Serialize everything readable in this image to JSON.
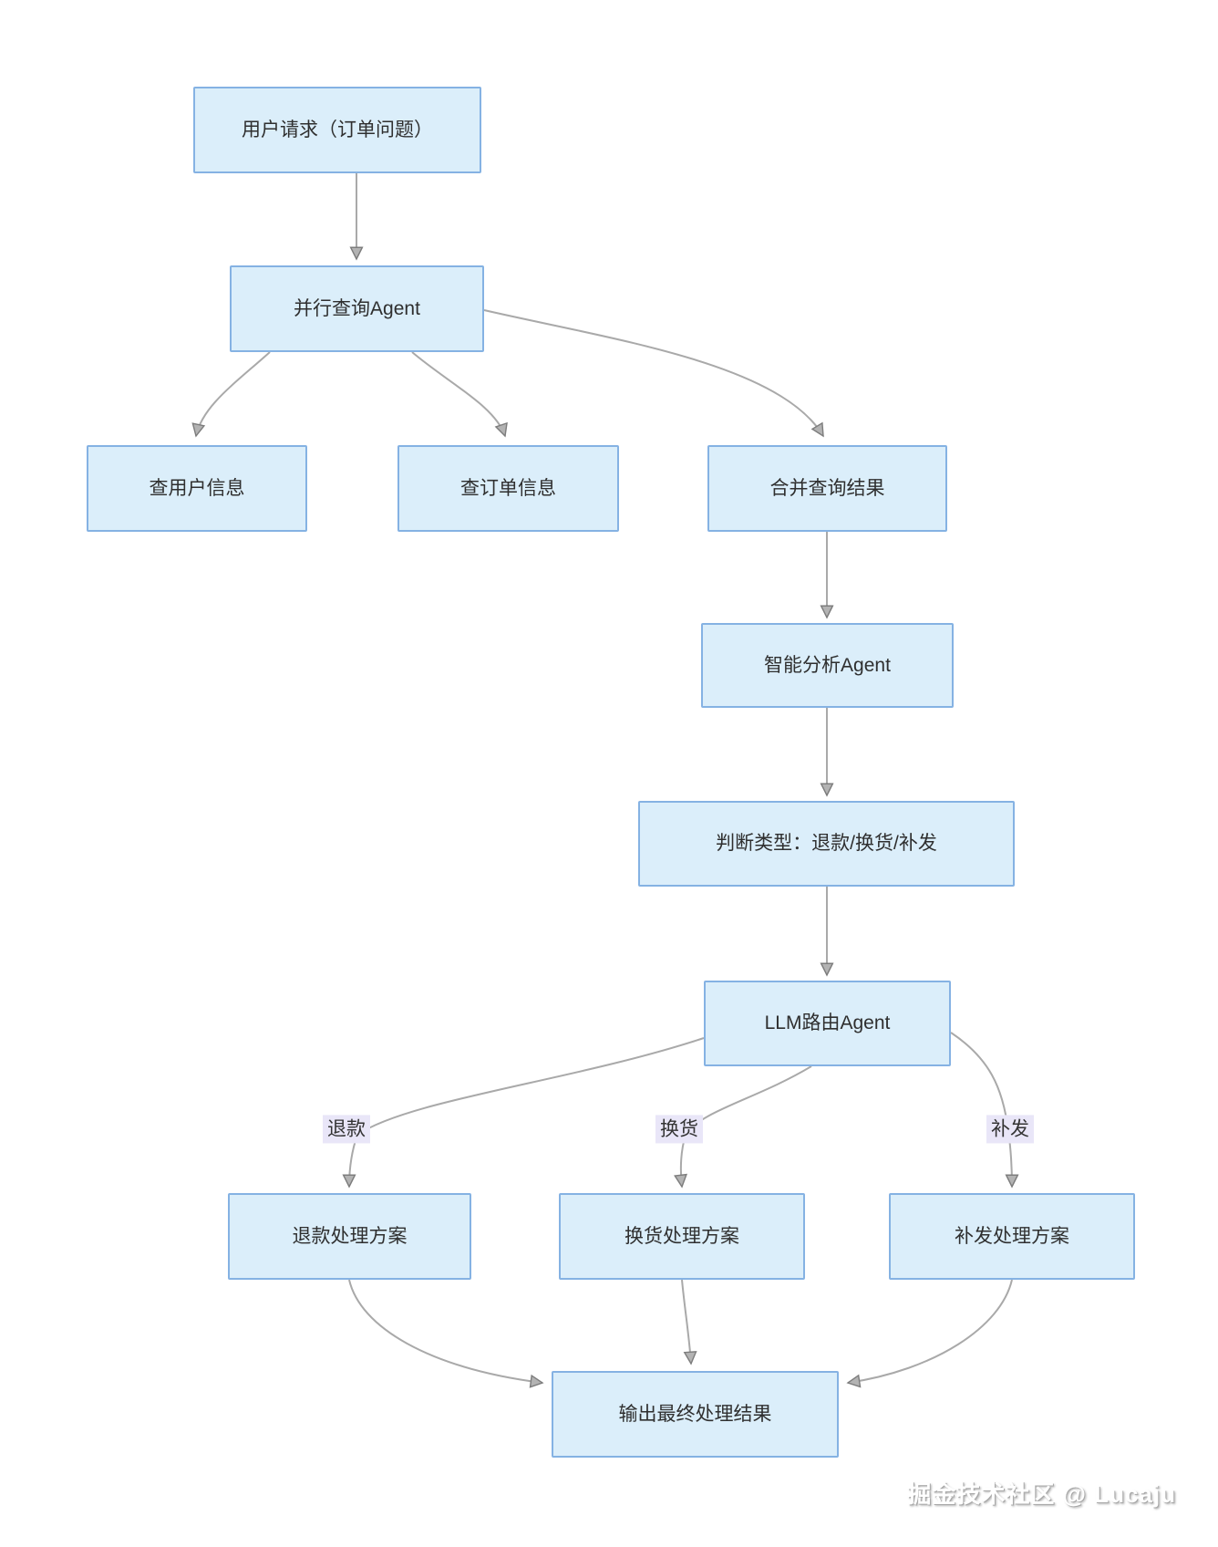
{
  "diagram": {
    "title": "order-issue-agent-flowchart",
    "nodes": {
      "user_request": "用户请求（订单问题）",
      "parallel_agent": "并行查询Agent",
      "query_user": "查用户信息",
      "query_order": "查订单信息",
      "merge_results": "合并查询结果",
      "analysis_agent": "智能分析Agent",
      "judge_type": "判断类型：退款/换货/补发",
      "llm_router": "LLM路由Agent",
      "refund_plan": "退款处理方案",
      "exchange_plan": "换货处理方案",
      "reship_plan": "补发处理方案",
      "final_output": "输出最终处理结果"
    },
    "edge_labels": {
      "refund": "退款",
      "exchange": "换货",
      "reship": "补发"
    },
    "edges": [
      {
        "from": "user_request",
        "to": "parallel_agent",
        "label": ""
      },
      {
        "from": "parallel_agent",
        "to": "query_user",
        "label": ""
      },
      {
        "from": "parallel_agent",
        "to": "query_order",
        "label": ""
      },
      {
        "from": "parallel_agent",
        "to": "merge_results",
        "label": ""
      },
      {
        "from": "merge_results",
        "to": "analysis_agent",
        "label": ""
      },
      {
        "from": "analysis_agent",
        "to": "judge_type",
        "label": ""
      },
      {
        "from": "judge_type",
        "to": "llm_router",
        "label": ""
      },
      {
        "from": "llm_router",
        "to": "refund_plan",
        "label": "退款"
      },
      {
        "from": "llm_router",
        "to": "exchange_plan",
        "label": "换货"
      },
      {
        "from": "llm_router",
        "to": "reship_plan",
        "label": "补发"
      },
      {
        "from": "refund_plan",
        "to": "final_output",
        "label": ""
      },
      {
        "from": "exchange_plan",
        "to": "final_output",
        "label": ""
      },
      {
        "from": "reship_plan",
        "to": "final_output",
        "label": ""
      }
    ],
    "colors": {
      "node_fill": "#dbeefa",
      "node_border": "#85b2e3",
      "edge_line": "#a9a9a9",
      "arrowhead": "#b3b3b3",
      "edge_label_bg": "#e9e6f8",
      "text": "#2f2f2f"
    }
  },
  "watermark": {
    "text": "掘金技术社区 @ Lucaju"
  }
}
